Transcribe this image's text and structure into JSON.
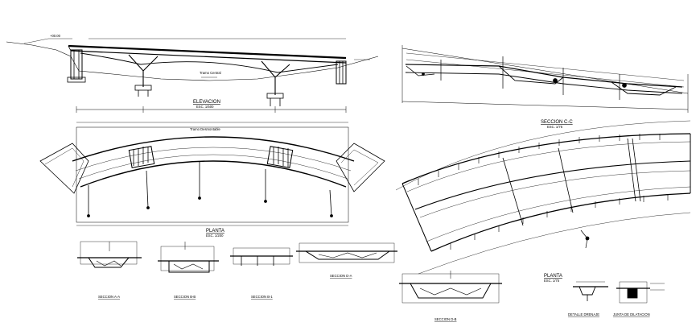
{
  "drawing": {
    "elevation": {
      "title": "ELEVACION",
      "subtitle": "ESC. 1/500",
      "left_label": "+00.00",
      "center_label": "Tramo Central"
    },
    "plan_top": {
      "center_label": "Tramo Desmontable",
      "title": "PLANTA",
      "subtitle": "ESC. 1/200"
    },
    "section_cc": {
      "title": "SECCION C-C",
      "subtitle": "ESC. 1/75"
    },
    "plan_right": {
      "title": "PLANTA",
      "subtitle": "ESC. 1/75"
    },
    "sections": [
      {
        "title": "SECCION A-A"
      },
      {
        "title": "SECCION B-B"
      },
      {
        "title": "SECCION B-1"
      },
      {
        "title": "SECCION D-A"
      },
      {
        "title": "SECCION D-B"
      }
    ],
    "details": [
      {
        "title": "DETALLE DRENAJE"
      },
      {
        "title": "JUNTA DE DILATACION"
      }
    ]
  },
  "colors": {
    "ink": "#000000",
    "paper": "#ffffff"
  }
}
